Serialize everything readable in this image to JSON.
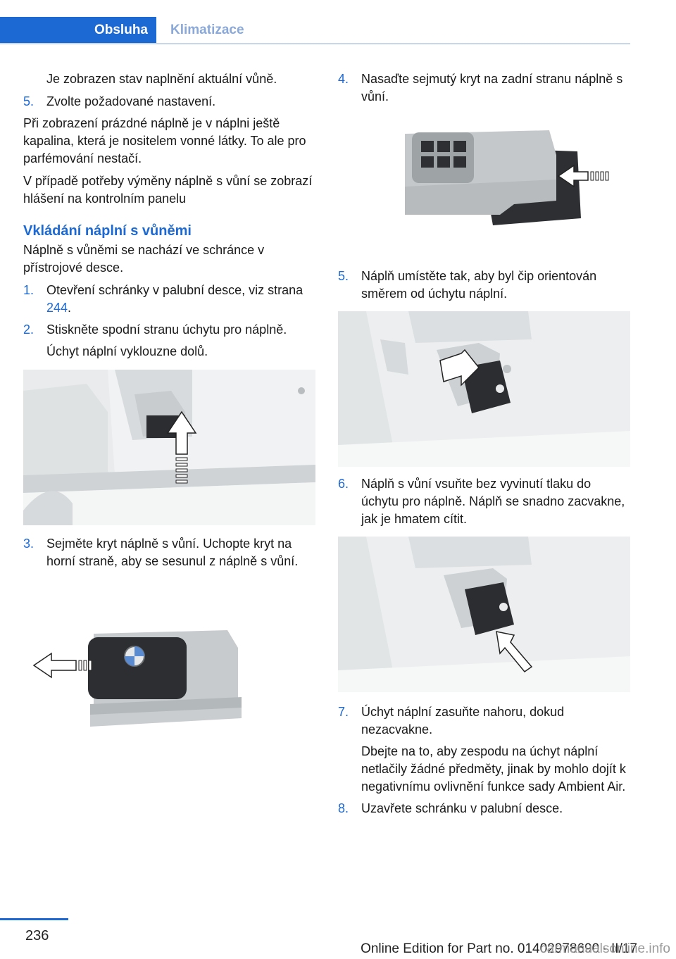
{
  "header": {
    "tab_active": "Obsluha",
    "tab_inactive": "Klimatizace"
  },
  "left": {
    "intro_indent": "Je zobrazen stav naplnění aktuální vůně.",
    "step5": {
      "num": "5.",
      "text": "Zvolte požadované nastavení."
    },
    "para1": "Při zobrazení prázdné náplně je v náplni ještě kapalina, která je nositelem vonné látky. To ale pro parfémování nestačí.",
    "para2": "V případě potřeby výměny náplně s vůní se zobrazí hlášení na kontrolním panelu",
    "heading": "Vkládání náplní s vůněmi",
    "para3": "Náplně s vůněmi se nachází ve schránce v přístrojové desce.",
    "step1": {
      "num": "1.",
      "text": "Otevření schránky v palubní desce, viz strana ",
      "link": "244",
      "after": "."
    },
    "step2": {
      "num": "2.",
      "text": "Stiskněte spodní stranu úchytu pro náplně."
    },
    "step2_sub": "Úchyt náplní vyklouzne dolů.",
    "step3": {
      "num": "3.",
      "text": "Sejměte kryt náplně s vůní. Uchopte kryt na horní straně, aby se sesunul z náplně s vůní."
    }
  },
  "right": {
    "step4": {
      "num": "4.",
      "text": "Nasaďte sejmutý kryt na zadní stranu náplně s vůní."
    },
    "step5": {
      "num": "5.",
      "text": "Náplň umístěte tak, aby byl čip orientován směrem od úchytu náplní."
    },
    "step6": {
      "num": "6.",
      "text": "Náplň s vůní vsuňte bez vyvinutí tlaku do úchytu pro náplně. Náplň se snadno zacvakne, jak je hmatem cítit."
    },
    "step7": {
      "num": "7.",
      "text": "Úchyt náplní zasuňte nahoru, dokud nezacvakne."
    },
    "step7_sub": "Dbejte na to, aby zespodu na úchyt náplní netlačily žádné předměty, jinak by mohlo dojít k negativnímu ovlivnění funkce sady Ambient Air.",
    "step8": {
      "num": "8.",
      "text": "Uzavřete schránku v palubní desce."
    }
  },
  "footer": {
    "page_number": "236",
    "edition": "Online Edition for Part no. 01402978690 - II/17",
    "watermark": "carmanualsonline.info"
  },
  "colors": {
    "accent": "#1c69d4",
    "text": "#1a1a1a"
  }
}
